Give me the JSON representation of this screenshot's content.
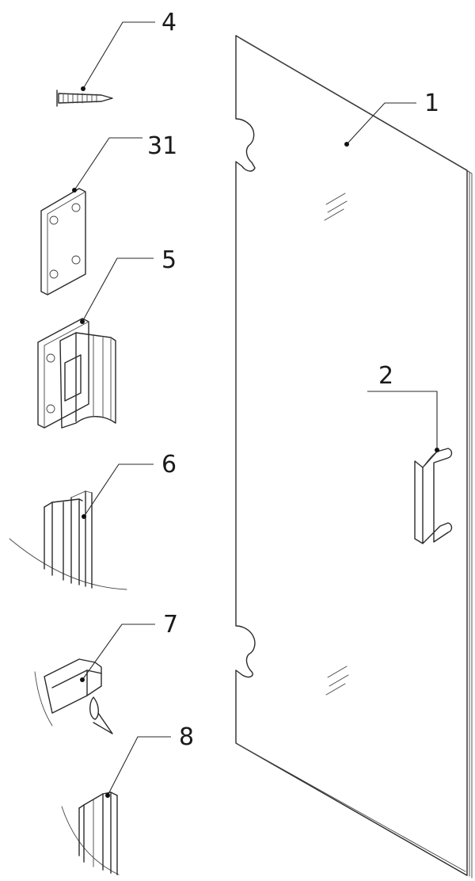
{
  "callouts": [
    {
      "id": "1",
      "label": "1"
    },
    {
      "id": "2",
      "label": "2"
    },
    {
      "id": "4",
      "label": "4"
    },
    {
      "id": "31",
      "label": "31"
    },
    {
      "id": "5",
      "label": "5"
    },
    {
      "id": "6",
      "label": "6"
    },
    {
      "id": "7",
      "label": "7"
    },
    {
      "id": "8",
      "label": "8"
    }
  ],
  "icons": {
    "glass_panel": "glass-door-panel",
    "handle": "door-handle",
    "screw": "screw",
    "plate": "hinge-mounting-plate",
    "hinge": "hinge",
    "profile_6": "seal-profile",
    "profile_7": "drip-seal-profile",
    "profile_8": "magnetic-seal-profile"
  }
}
